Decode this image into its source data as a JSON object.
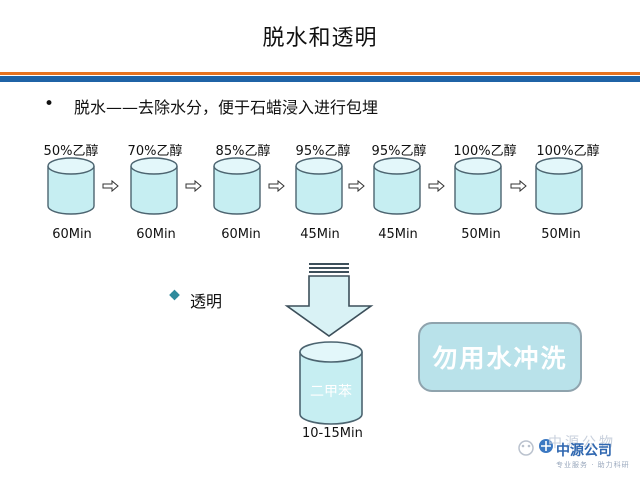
{
  "slide": {
    "title": "脱水和透明",
    "bullet": "脱水——去除水分，便于石蜡浸入进行包埋",
    "subheading": "透明"
  },
  "steps": [
    {
      "reagent": "50%乙醇",
      "time": "60Min"
    },
    {
      "reagent": "70%乙醇",
      "time": "60Min"
    },
    {
      "reagent": "85%乙醇",
      "time": "60Min"
    },
    {
      "reagent": "95%乙醇",
      "time": "45Min"
    },
    {
      "reagent": "95%乙醇",
      "time": "45Min"
    },
    {
      "reagent": "100%乙醇",
      "time": "50Min"
    },
    {
      "reagent": "100%乙醇",
      "time": "50Min"
    }
  ],
  "clearing": {
    "reagent": "二甲苯",
    "time": "10-15Min",
    "note": "勿用水冲洗"
  },
  "watermark": {
    "name": "中源公司",
    "faded": "中源公物",
    "tagline": "专业服务 · 助力科研"
  },
  "colors": {
    "accent_orange": "#e8731f",
    "accent_blue": "#1f63a6",
    "beaker_fill": "#c6eef2",
    "beaker_stroke": "#4c6470",
    "callout_fill": "#b9e2ea"
  },
  "icons": {
    "bullet": "round-bullet",
    "subbullet": "four-diamond-bullet",
    "step_arrow": "right-block-arrow",
    "down_arrow": "striped-down-arrow"
  }
}
